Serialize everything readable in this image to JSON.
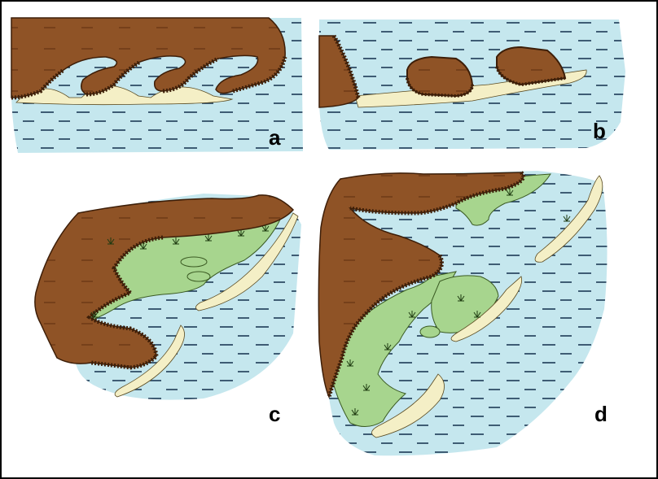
{
  "figure": {
    "panels": [
      {
        "id": "a",
        "letter": "a"
      },
      {
        "id": "b",
        "letter": "b"
      },
      {
        "id": "c",
        "letter": "c"
      },
      {
        "id": "d",
        "letter": "d"
      }
    ]
  },
  "colors": {
    "water": "#c5e7ee",
    "land": "#8f5326",
    "cliff_edge": "#5a2c10",
    "sand": "#f4efc6",
    "marsh": "#a7d58e",
    "wave_lines": "#1d3a55",
    "frame": "#000000",
    "background": "#ffffff"
  },
  "icons": {
    "marsh_plant": "marsh-plant-icon",
    "sand_ripple": "sand-ripple-icon"
  }
}
